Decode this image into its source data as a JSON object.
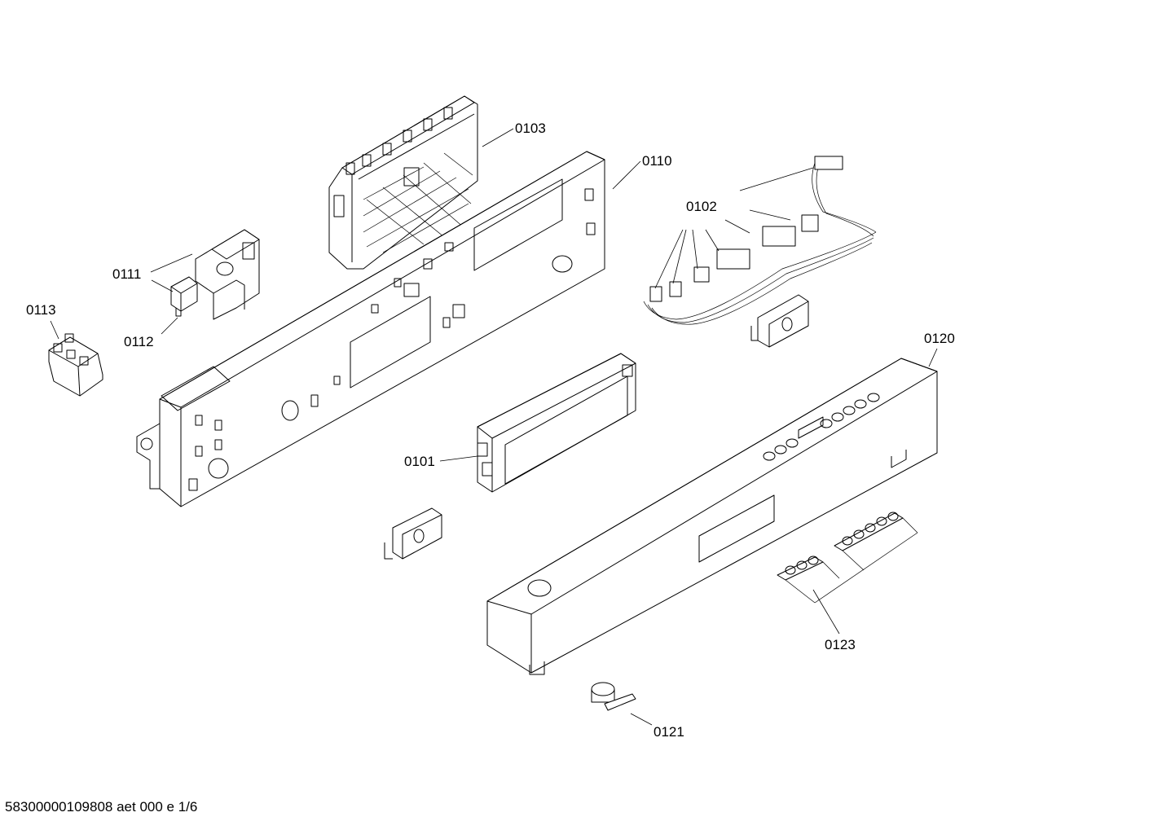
{
  "diagram": {
    "parts": [
      {
        "id": "0101",
        "label": "0101"
      },
      {
        "id": "0102",
        "label": "0102"
      },
      {
        "id": "0103",
        "label": "0103"
      },
      {
        "id": "0110",
        "label": "0110"
      },
      {
        "id": "0111",
        "label": "0111"
      },
      {
        "id": "0112",
        "label": "0112"
      },
      {
        "id": "0113",
        "label": "0113"
      },
      {
        "id": "0120",
        "label": "0120"
      },
      {
        "id": "0121",
        "label": "0121"
      },
      {
        "id": "0123",
        "label": "0123"
      }
    ]
  },
  "footer": {
    "text": "58300000109808 aet 000 e 1/6"
  }
}
